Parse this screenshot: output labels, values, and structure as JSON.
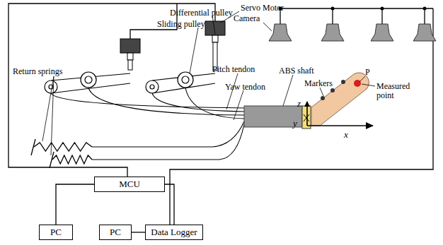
{
  "diagram": {
    "nodes": [
      {
        "text": [
          "MCU"
        ]
      },
      {
        "text": [
          "PC"
        ]
      },
      {
        "text": [
          "PC"
        ]
      },
      {
        "text": [
          "Data Logger"
        ]
      }
    ],
    "edges": [
      {
        "from": 0,
        "to": 1,
        "arrow": "none"
      },
      {
        "from": 2,
        "to": 3,
        "arrow": "none"
      },
      {
        "from": 0,
        "to": 3,
        "arrow": "none"
      }
    ],
    "labels": [
      "Servo Motor",
      "Differential pulley",
      "Sliding pulley",
      "Camera",
      "Pitch tendon",
      "ABS shaft",
      "Markers",
      "Yaw tendon",
      "Return springs",
      "P",
      "Measured point",
      "z",
      "y",
      "x"
    ]
  }
}
